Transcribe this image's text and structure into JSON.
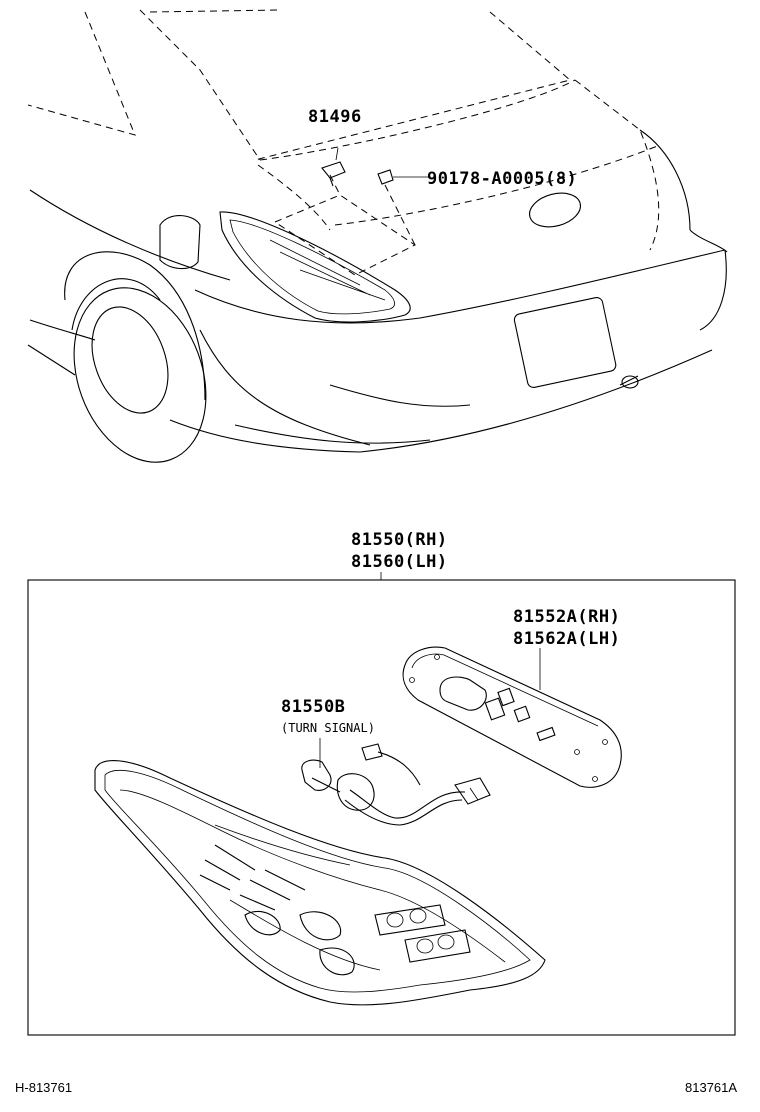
{
  "callouts": {
    "clip": "81496",
    "nut": "90178-A0005(8)",
    "assembly_rh": "81550(RH)",
    "assembly_lh": "81560(LH)",
    "base_rh": "81552A(RH)",
    "base_lh": "81562A(LH)",
    "bulb": "81550B",
    "bulb_note": "(TURN SIGNAL)"
  },
  "footer": {
    "left_code": "H-813761",
    "right_code": "813761A"
  }
}
